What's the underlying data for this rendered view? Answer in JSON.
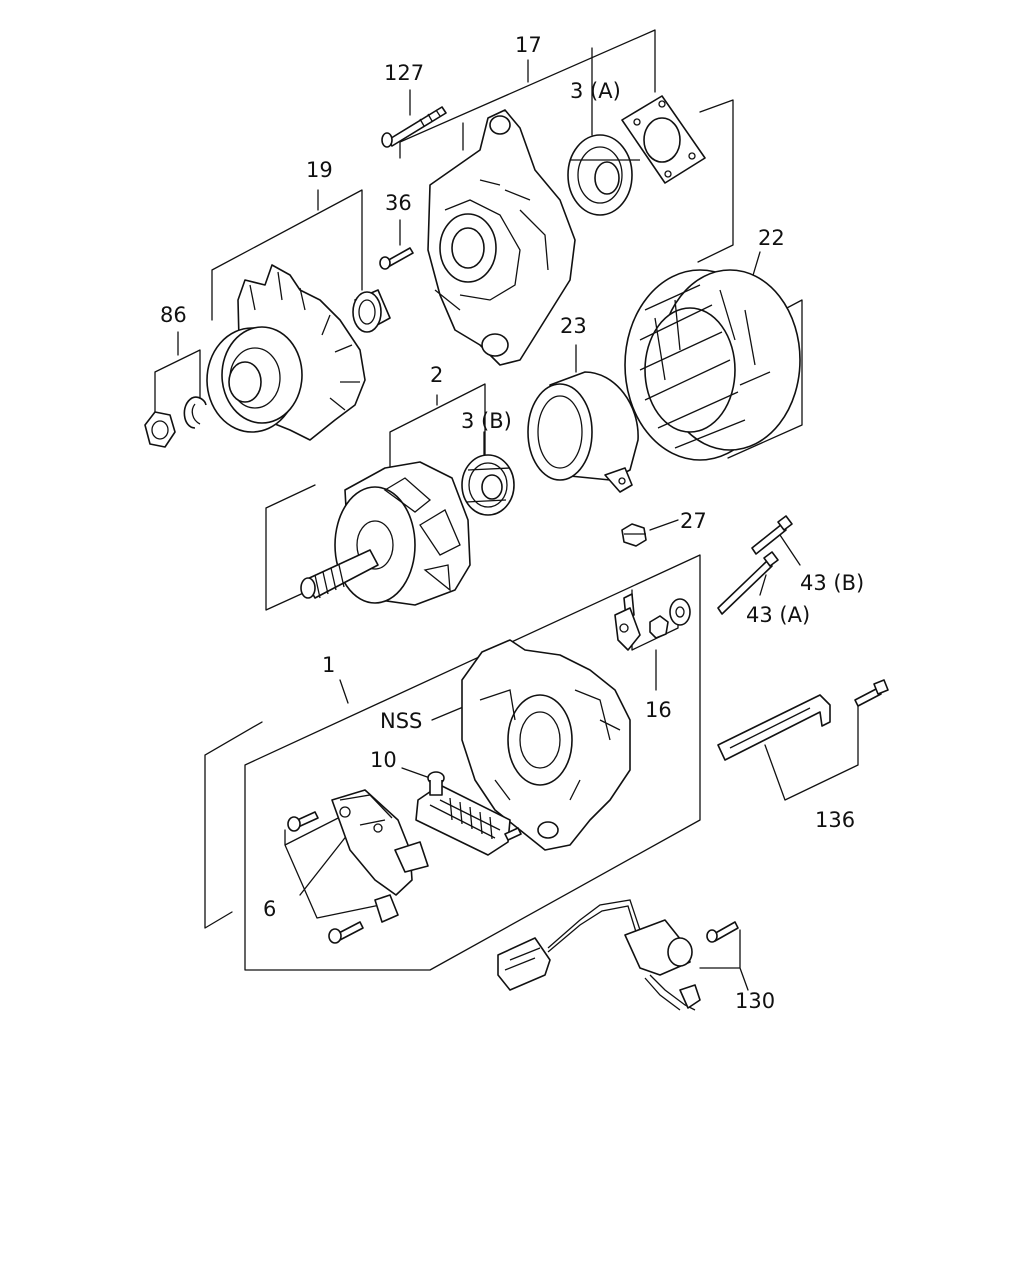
{
  "labels": {
    "l127": "127",
    "l17": "17",
    "l3a": "3 (A)",
    "l36": "36",
    "l19": "19",
    "l22": "22",
    "l86": "86",
    "l23": "23",
    "l2": "2",
    "l3b": "3 (B)",
    "l27": "27",
    "l43b": "43 (B)",
    "l43a": "43 (A)",
    "l16": "16",
    "l1": "1",
    "lnss": "NSS",
    "l10": "10",
    "l136": "136",
    "l6": "6",
    "l130": "130"
  }
}
